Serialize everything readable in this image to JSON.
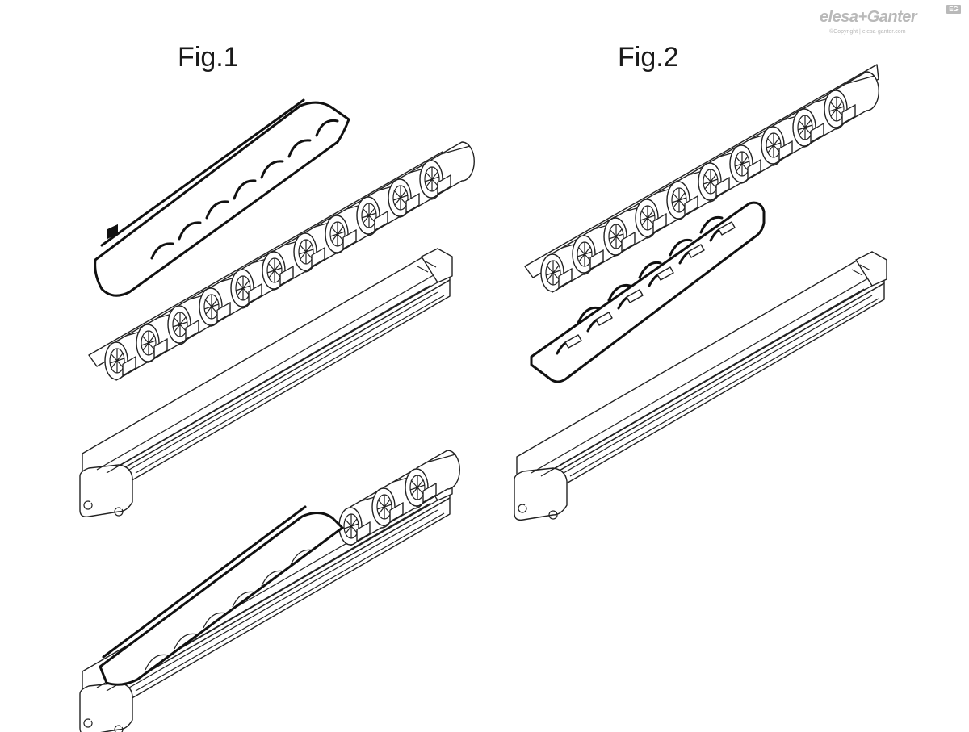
{
  "figures": [
    {
      "label": "Fig.1"
    },
    {
      "label": "Fig.2"
    }
  ],
  "logo": {
    "brand": "elesa+Ganter",
    "mark": "EG",
    "subtitle": "©Copyright | elesa-ganter.com"
  },
  "colors": {
    "line": "#222222",
    "bold_line": "#111111",
    "logo_gray": "#b9b9b9",
    "background": "#ffffff"
  }
}
